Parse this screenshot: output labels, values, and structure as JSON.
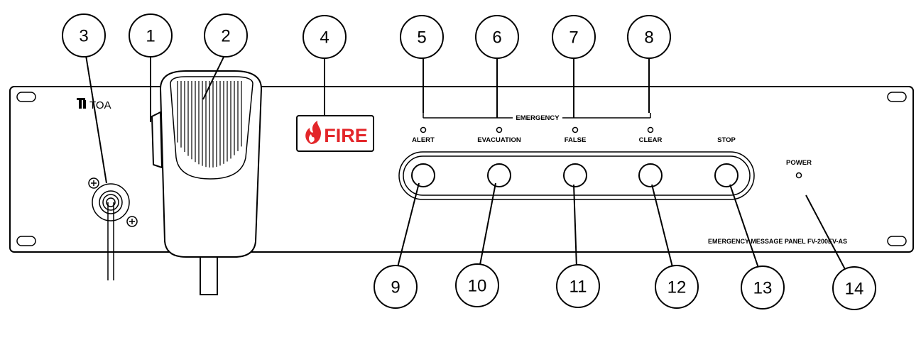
{
  "brand": {
    "logo_text": "TOA"
  },
  "fire_sign": {
    "label": "FIRE",
    "color": "#e3262a"
  },
  "emergency_group_label": "EMERGENCY",
  "led_labels": {
    "alert": "ALERT",
    "evacuation": "EVACUATION",
    "false": "FALSE",
    "clear": "CLEAR",
    "stop": "STOP"
  },
  "power_label": "POWER",
  "model_label": "EMERGENCY MESSAGE PANEL FV-200EV-AS",
  "callouts": [
    "1",
    "2",
    "3",
    "4",
    "5",
    "6",
    "7",
    "8",
    "9",
    "10",
    "11",
    "12",
    "13",
    "14"
  ]
}
